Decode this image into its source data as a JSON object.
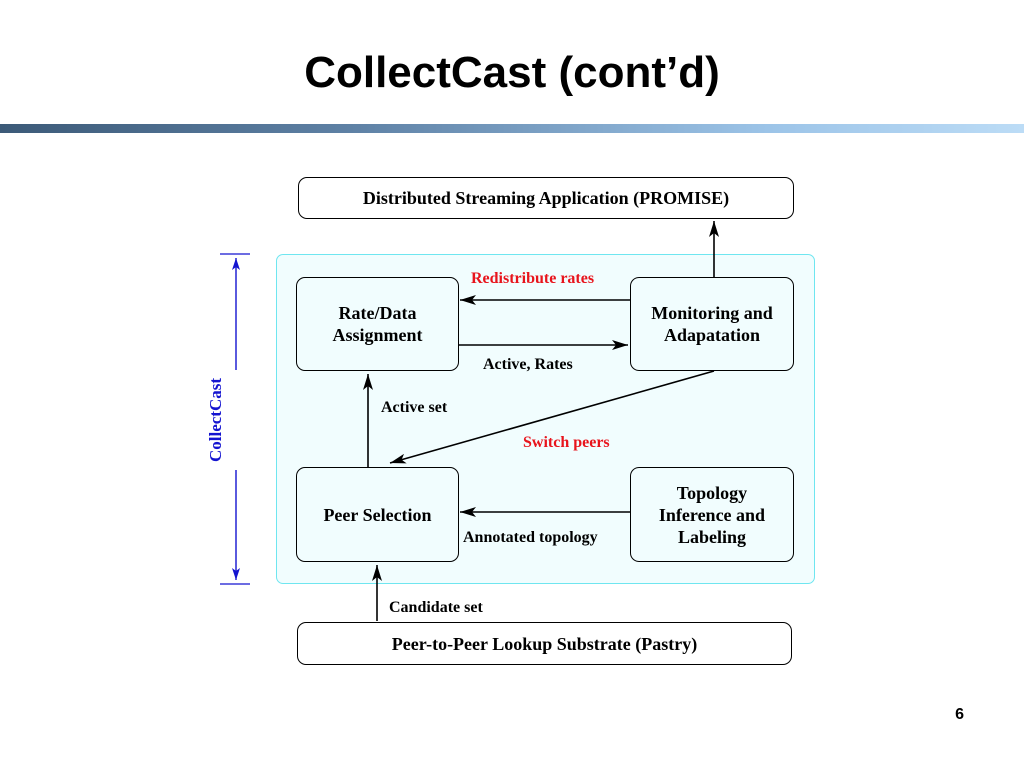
{
  "slide": {
    "title": "CollectCast (cont’d)",
    "page_number": "6"
  },
  "diagram": {
    "region_label": "CollectCast",
    "boxes": {
      "top": "Distributed Streaming Application (PROMISE)",
      "rate_data": "Rate/Data\nAssignment",
      "monitoring": "Monitoring and\nAdapatation",
      "peer_selection": "Peer Selection",
      "topology": "Topology\nInference and\nLabeling",
      "bottom": "Peer-to-Peer Lookup Substrate (Pastry)"
    },
    "edge_labels": {
      "redistribute": "Redistribute rates",
      "active_rates": "Active, Rates",
      "active_set": "Active set",
      "switch_peers": "Switch peers",
      "annotated_topology": "Annotated topology",
      "candidate_set": "Candidate set"
    },
    "colors": {
      "emphasis_label": "#e8141c",
      "region_label": "#1414d0",
      "region_fill": "#f1fdfe",
      "region_border": "#6fe6f0"
    }
  }
}
